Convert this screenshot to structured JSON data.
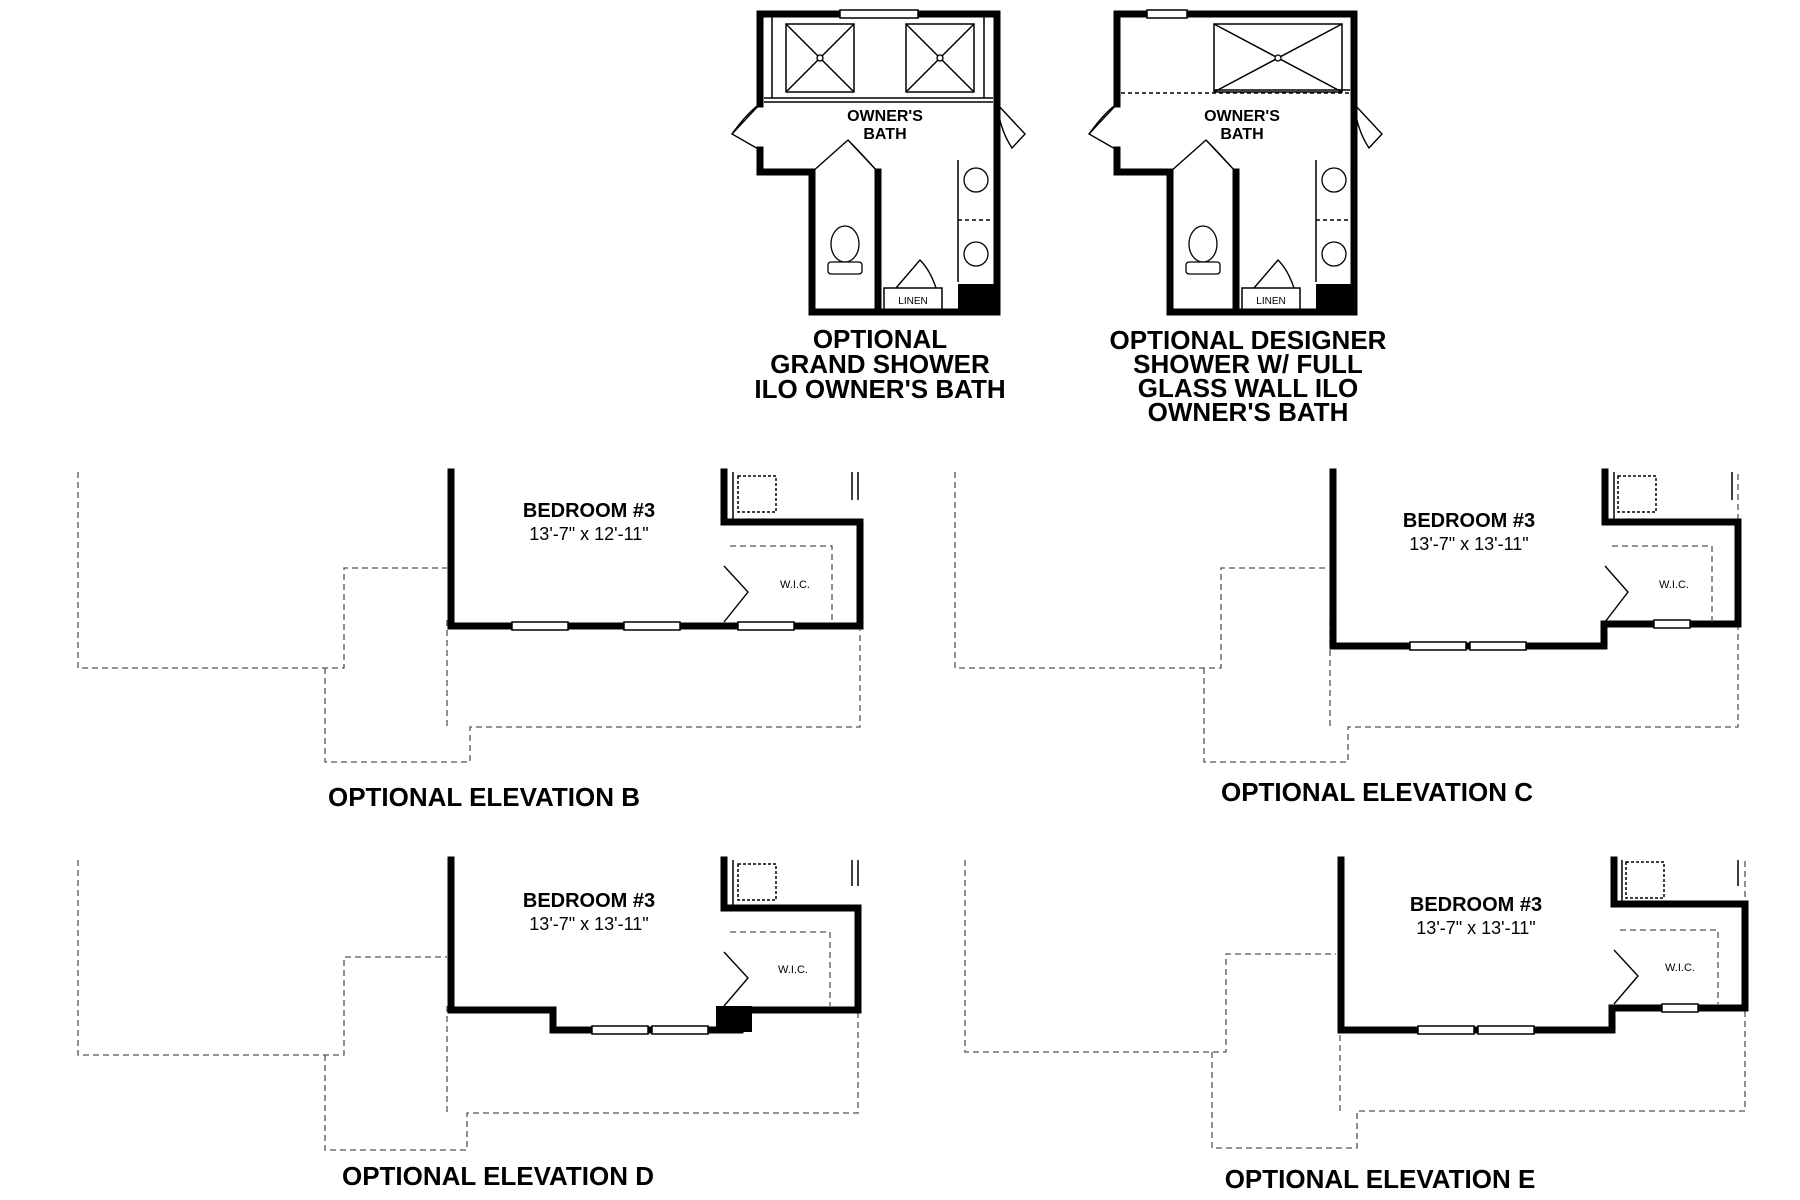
{
  "bath_options": [
    {
      "room_label_line1": "OWNER'S",
      "room_label_line2": "BATH",
      "linen_label": "LINEN",
      "caption_lines": [
        "OPTIONAL",
        "GRAND SHOWER",
        "ILO OWNER'S BATH"
      ]
    },
    {
      "room_label_line1": "OWNER'S",
      "room_label_line2": "BATH",
      "linen_label": "LINEN",
      "caption_lines": [
        "OPTIONAL DESIGNER",
        "SHOWER W/ FULL",
        "GLASS WALL ILO",
        "OWNER'S BATH"
      ]
    }
  ],
  "elevations": [
    {
      "room": "BEDROOM #3",
      "dimensions": "13'-7\" x 12'-11\"",
      "closet": "W.I.C.",
      "caption": "OPTIONAL ELEVATION B"
    },
    {
      "room": "BEDROOM #3",
      "dimensions": "13'-7\" x 13'-11\"",
      "closet": "W.I.C.",
      "caption": "OPTIONAL ELEVATION C"
    },
    {
      "room": "BEDROOM #3",
      "dimensions": "13'-7\" x 13'-11\"",
      "closet": "W.I.C.",
      "caption": "OPTIONAL ELEVATION D"
    },
    {
      "room": "BEDROOM #3",
      "dimensions": "13'-7\" x 13'-11\"",
      "closet": "W.I.C.",
      "caption": "OPTIONAL ELEVATION E"
    }
  ]
}
